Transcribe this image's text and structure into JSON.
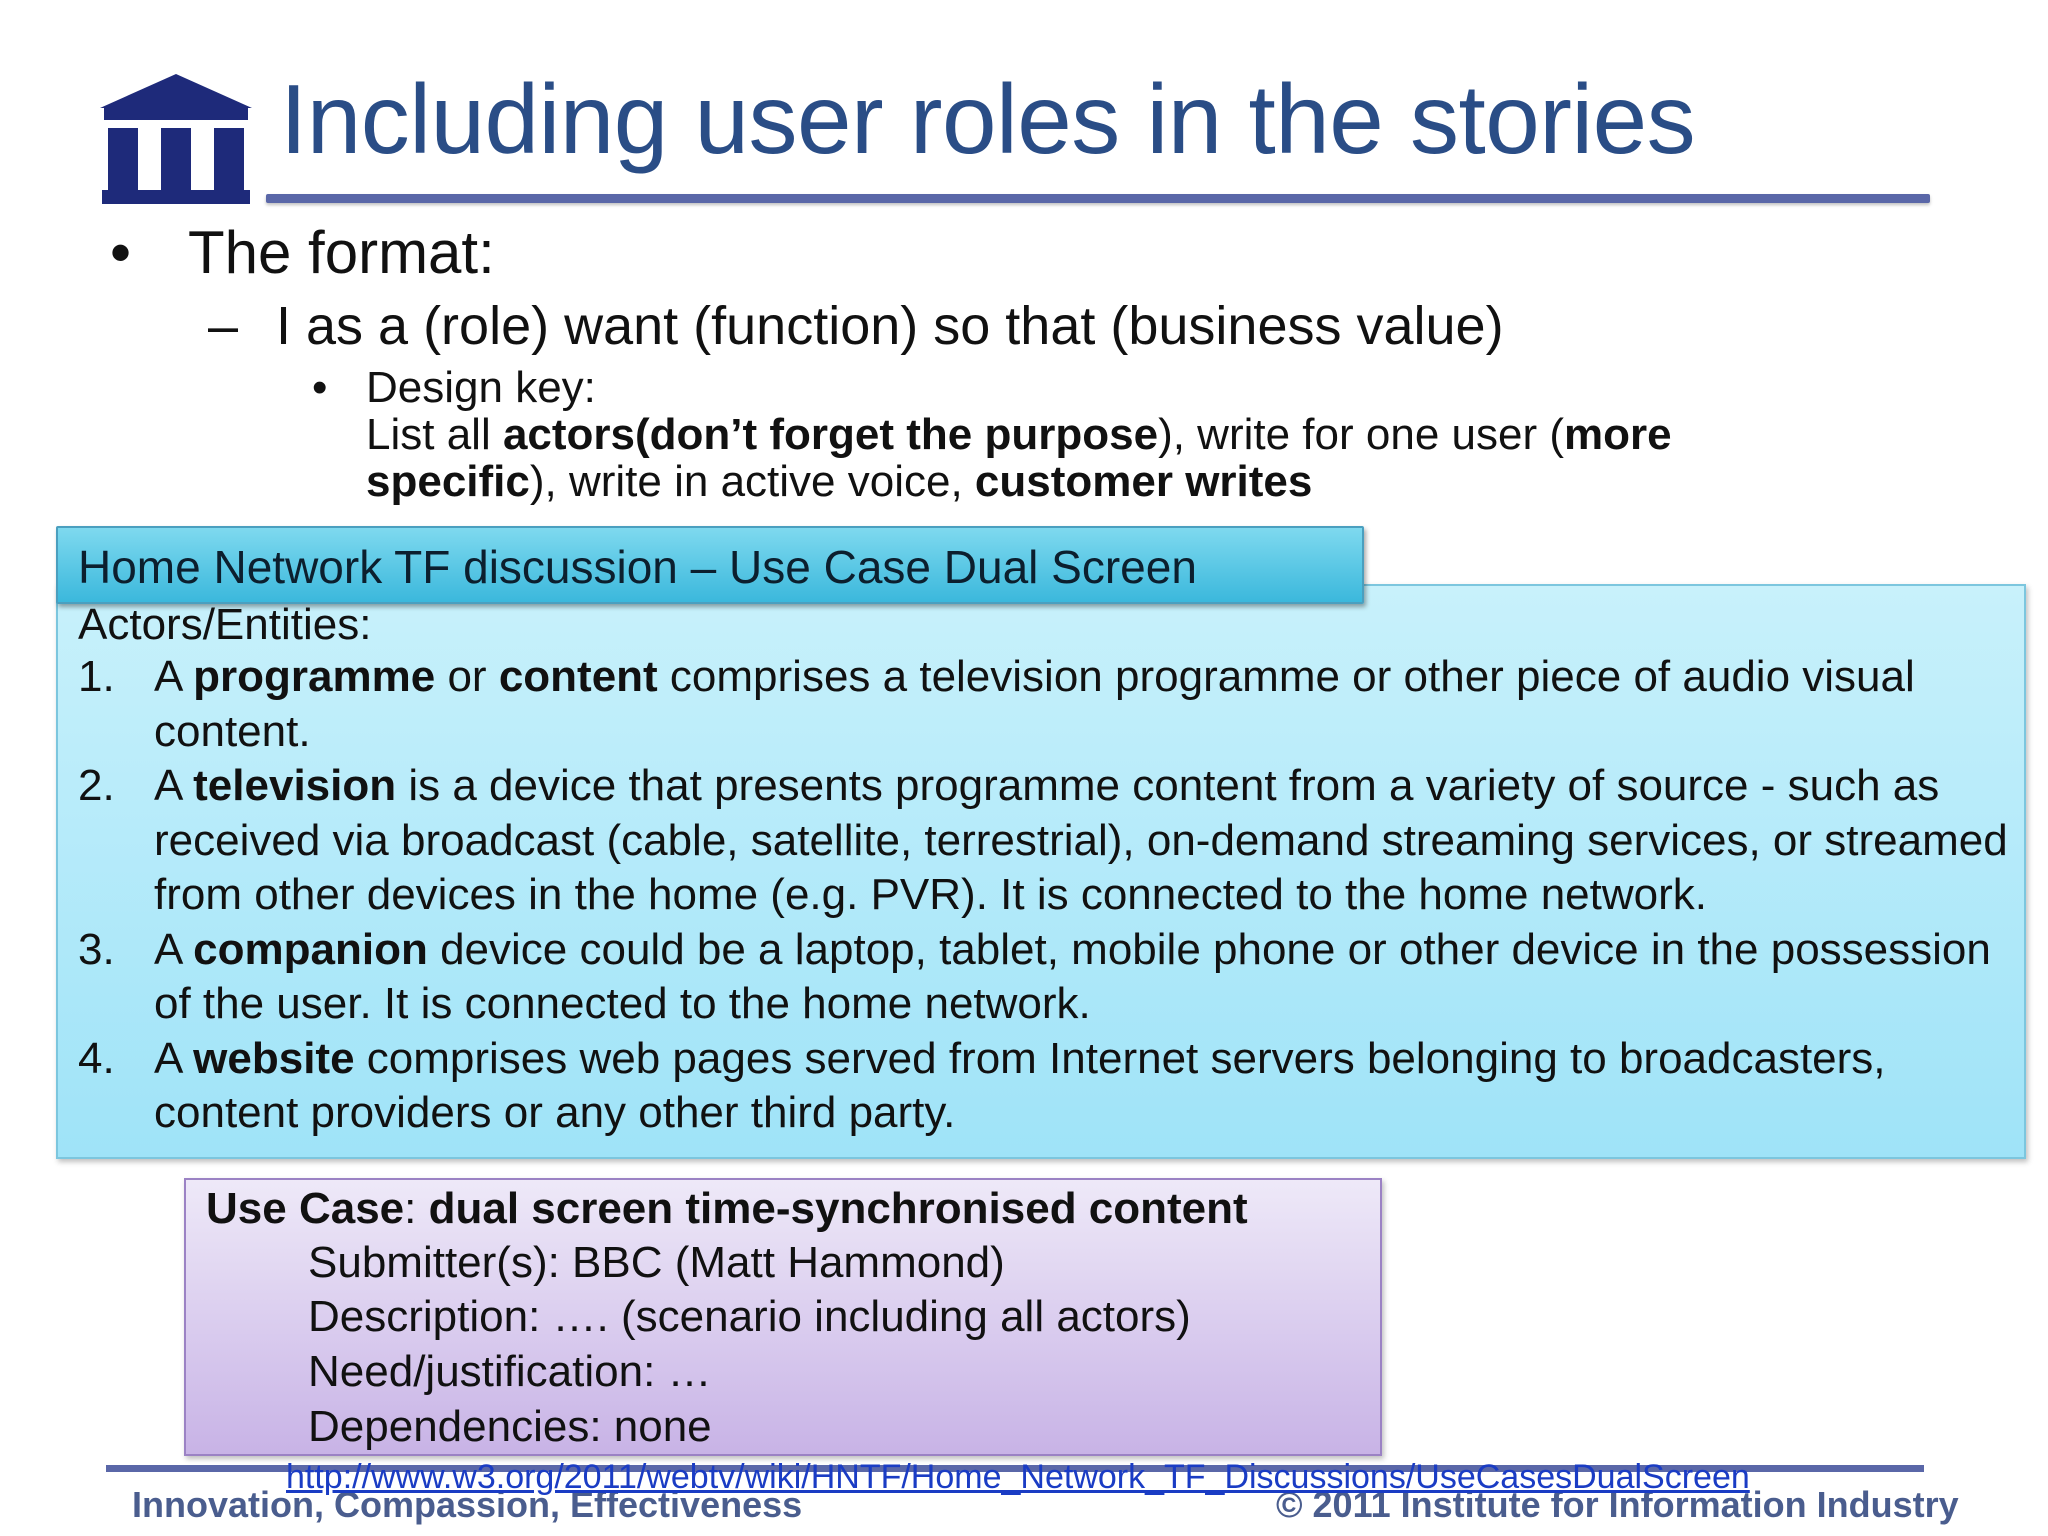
{
  "title": "Including user roles in the stories",
  "bullets": {
    "level1": {
      "mark": "•",
      "text": "The format:"
    },
    "level2": {
      "mark": "–",
      "text": "I as a (role) want (function) so that (business value)"
    },
    "level3": {
      "mark": "•",
      "label": "Design key:",
      "p1": "List all ",
      "b1": "actors(don’t forget the purpose",
      "p2": "), write for one user (",
      "b2": "more",
      "b3": "specific",
      "p3": "), write in active voice, ",
      "b4": "customer writes"
    }
  },
  "actors": {
    "tab_label": "Home Network TF discussion – Use Case Dual Screen",
    "heading": "Actors/Entities:",
    "items": [
      {
        "num": "1.",
        "a": "A ",
        "b1": "programme",
        "c": " or ",
        "b2": "content",
        "d": " comprises a television programme or other piece of audio visual content."
      },
      {
        "num": "2.",
        "a": "A ",
        "b1": "television",
        "d": " is a device that presents programme content from a variety of source - such as received via broadcast (cable, satellite, terrestrial), on-demand streaming services, or streamed from other devices in the home (e.g. PVR). It is connected to the home network."
      },
      {
        "num": "3.",
        "a": "A ",
        "b1": "companion",
        "d": " device could be a laptop, tablet, mobile phone or other device in the possession of the user. It is connected to the home network."
      },
      {
        "num": "4.",
        "a": "A ",
        "b1": "website",
        "d": " comprises web pages served from Internet servers belonging to broadcasters, content providers or any other third party."
      }
    ]
  },
  "use_case": {
    "label": "Use Case",
    "sep": ": ",
    "name": "dual screen time-synchronised content",
    "lines": [
      "Submitter(s): BBC (Matt Hammond)",
      "Description: …. (scenario including all actors)",
      "Need/justification: …",
      "Dependencies: none"
    ]
  },
  "footer": {
    "left": "Innovation, Compassion, Effectiveness",
    "right": "© 2011 Institute for Information Industry",
    "link": "http://www.w3.org/2011/webtv/wiki/HNTF/Home_Network_TF_Discussions/UseCasesDualScreen"
  },
  "colors": {
    "title": "#2a4d86",
    "rule": "#5a67a8",
    "logo": "#1e2a7a",
    "actors_box": "#9fe3f8",
    "actors_tab": "#3bb8dc",
    "use_case_box": "#c8b3e6",
    "link": "#1a3cc4"
  }
}
